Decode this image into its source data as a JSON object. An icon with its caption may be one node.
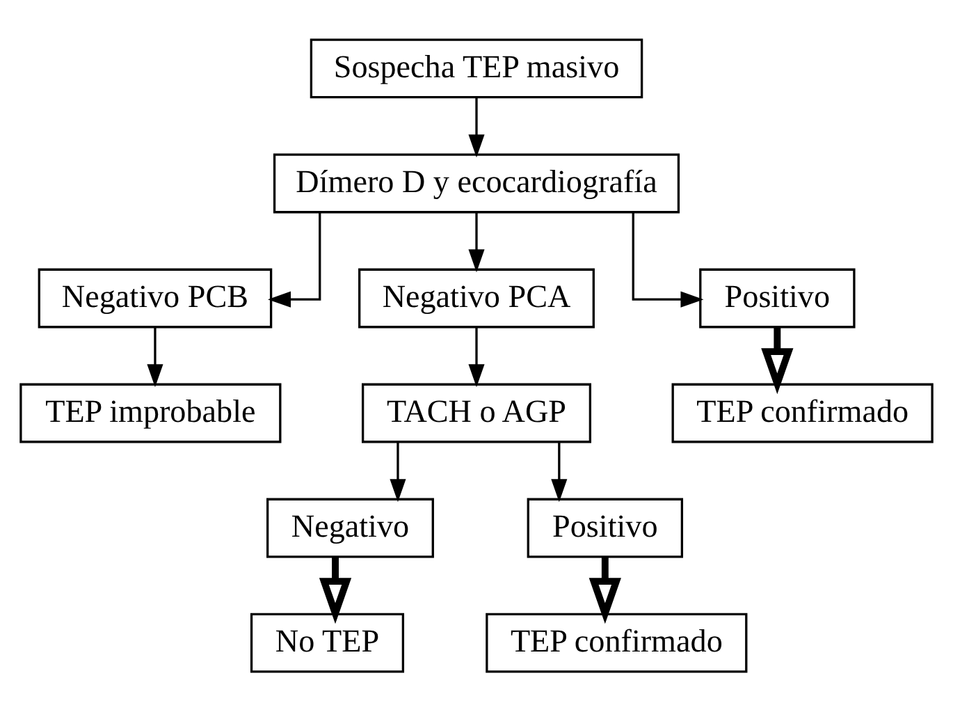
{
  "diagram": {
    "nodes": [
      {
        "text": [
          "Sospecha TEP masivo"
        ]
      },
      {
        "text": [
          "Dímero D y ecocardiografía"
        ]
      },
      {
        "text": [
          "Negativo PCB"
        ]
      },
      {
        "text": [
          "Negativo PCA"
        ]
      },
      {
        "text": [
          "Positivo"
        ]
      },
      {
        "text": [
          "TEP improbable"
        ]
      },
      {
        "text": [
          "TACH o AGP"
        ]
      },
      {
        "text": [
          "TEP confirmado"
        ]
      },
      {
        "text": [
          "Negativo"
        ]
      },
      {
        "text": [
          "Positivo"
        ]
      },
      {
        "text": [
          "No TEP"
        ]
      },
      {
        "text": [
          "TEP confirmado"
        ]
      }
    ],
    "edges": [
      {
        "from": 0,
        "to": 1,
        "arrow": "to"
      },
      {
        "from": 1,
        "to": 2,
        "arrow": "to"
      },
      {
        "from": 1,
        "to": 3,
        "arrow": "to"
      },
      {
        "from": 1,
        "to": 4,
        "arrow": "to"
      },
      {
        "from": 2,
        "to": 5,
        "arrow": "to"
      },
      {
        "from": 3,
        "to": 6,
        "arrow": "to"
      },
      {
        "from": 4,
        "to": 7,
        "arrow": "to",
        "style": "thick"
      },
      {
        "from": 6,
        "to": 8,
        "arrow": "to"
      },
      {
        "from": 6,
        "to": 9,
        "arrow": "to"
      },
      {
        "from": 8,
        "to": 10,
        "arrow": "to",
        "style": "thick"
      },
      {
        "from": 9,
        "to": 11,
        "arrow": "to",
        "style": "thick"
      }
    ]
  }
}
